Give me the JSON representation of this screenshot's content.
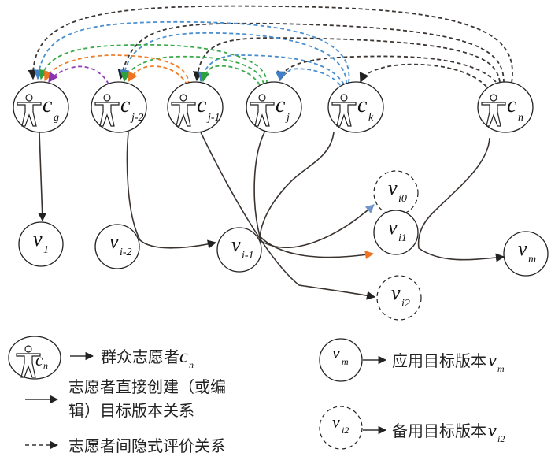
{
  "volunteers": [
    {
      "id": "cg",
      "base": "c",
      "sub": "g"
    },
    {
      "id": "cj2",
      "base": "c",
      "sub": "j-2"
    },
    {
      "id": "cj1",
      "base": "c",
      "sub": "j-1"
    },
    {
      "id": "cj",
      "base": "c",
      "sub": "j"
    },
    {
      "id": "ck",
      "base": "c",
      "sub": "k"
    },
    {
      "id": "cn",
      "base": "c",
      "sub": "n"
    }
  ],
  "versions": [
    {
      "id": "v1",
      "base": "v",
      "sub": "1",
      "kind": "applied"
    },
    {
      "id": "vi2m",
      "base": "v",
      "sub": "i-2",
      "kind": "applied"
    },
    {
      "id": "vi1m",
      "base": "v",
      "sub": "i-1",
      "kind": "applied"
    },
    {
      "id": "vi0",
      "base": "v",
      "sub": "i0",
      "kind": "backup"
    },
    {
      "id": "vi1",
      "base": "v",
      "sub": "i1",
      "kind": "applied"
    },
    {
      "id": "vi2",
      "base": "v",
      "sub": "i2",
      "kind": "backup"
    },
    {
      "id": "vm",
      "base": "v",
      "sub": "m",
      "kind": "applied"
    }
  ],
  "colors": {
    "black": "#3a3330",
    "blue": "#4a8fd0",
    "green": "#3aaa4a",
    "orange": "#ef7d2b",
    "purple": "#9040b8",
    "steel_blue": "#7f9ccc"
  },
  "legend": {
    "volunteer": {
      "symbol_base": "c",
      "symbol_sub": "n",
      "text": "群众志愿者",
      "var_base": "c",
      "var_sub": "n"
    },
    "direct_edit": {
      "line1": "志愿者直接创建（或编",
      "line2": "辑）目标版本关系"
    },
    "implicit_eval": {
      "text": "志愿者间隐式评价关系"
    },
    "applied_version": {
      "symbol_base": "v",
      "symbol_sub": "m",
      "text": "应用目标版本",
      "var_base": "v",
      "var_sub": "m"
    },
    "backup_version": {
      "symbol_base": "v",
      "symbol_sub": "i2",
      "text": "备用目标版本",
      "var_base": "v",
      "var_sub": "i2"
    }
  }
}
